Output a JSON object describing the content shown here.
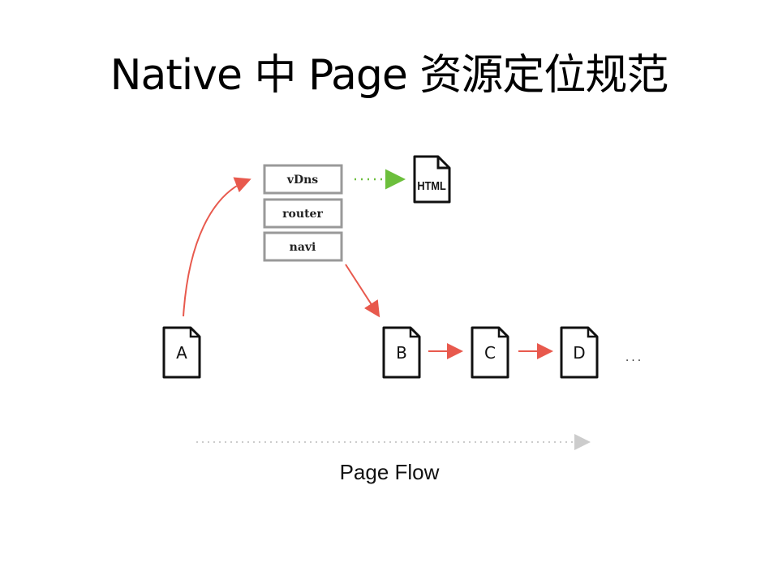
{
  "title": "Native 中 Page 资源定位规范",
  "modules": [
    "vDns",
    "router",
    "navi"
  ],
  "html_doc_label": "HTML",
  "pages": [
    "A",
    "B",
    "C",
    "D"
  ],
  "ellipsis": "...",
  "flow_label": "Page Flow",
  "colors": {
    "red_arrow": "#e8594d",
    "green_arrow": "#6cbf3c",
    "flow_arrow": "#cccccc"
  }
}
